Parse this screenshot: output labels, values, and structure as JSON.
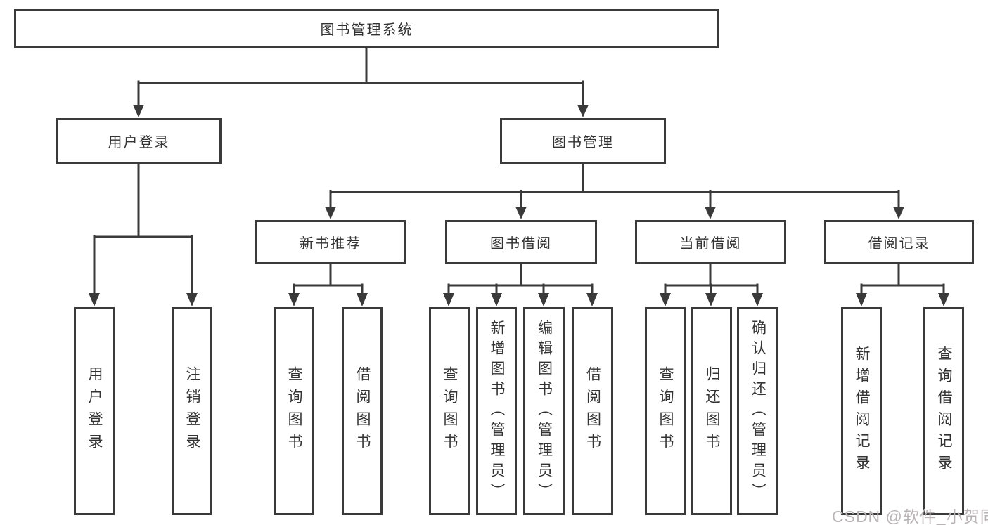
{
  "diagram": {
    "type": "functional-structure-tree",
    "title": "图书管理系统"
  },
  "tree": {
    "label": "图书管理系统",
    "children": [
      {
        "label": "用户登录",
        "children": [
          {
            "label": "用户登录"
          },
          {
            "label": "注销登录"
          }
        ]
      },
      {
        "label": "图书管理",
        "children": [
          {
            "label": "新书推荐",
            "children": [
              {
                "label": "查询图书"
              },
              {
                "label": "借阅图书"
              }
            ]
          },
          {
            "label": "图书借阅",
            "children": [
              {
                "label": "查询图书"
              },
              {
                "label": "新增图书（管理员）"
              },
              {
                "label": "编辑图书（管理员）"
              },
              {
                "label": "借阅图书"
              }
            ]
          },
          {
            "label": "当前借阅",
            "children": [
              {
                "label": "查询图书"
              },
              {
                "label": "归还图书"
              },
              {
                "label": "确认归还（管理员）"
              }
            ]
          },
          {
            "label": "借阅记录",
            "children": [
              {
                "label": "新增借阅记录"
              },
              {
                "label": "查询借阅记录"
              }
            ]
          }
        ]
      }
    ]
  },
  "watermark": {
    "text": "CSDN @软件_小贺同学",
    "color": "#b9b3b5"
  },
  "colors": {
    "line": "#3a3a3a",
    "box_border": "#3a3a3a",
    "text": "#333333",
    "background": "#ffffff"
  }
}
